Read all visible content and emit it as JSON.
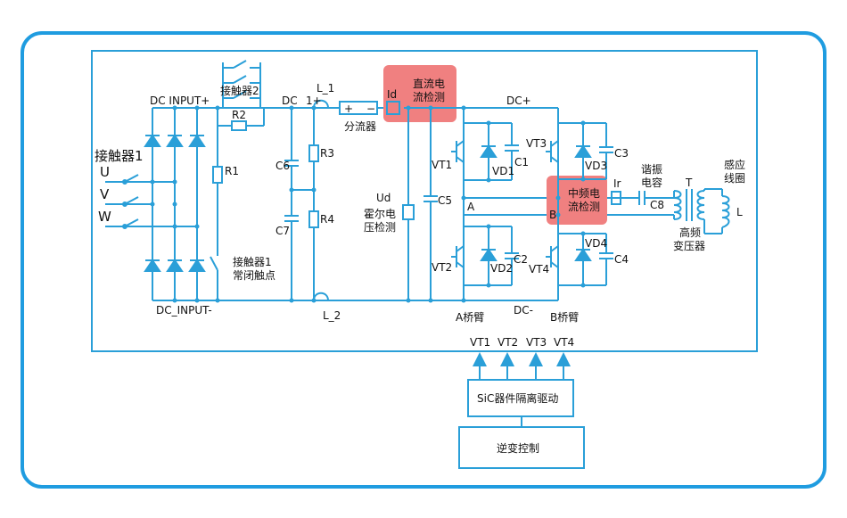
{
  "colors": {
    "wire": "#2a9fd8",
    "frame": "#1f9ce0",
    "highlight": "#f08080",
    "text": "#111111"
  },
  "labels": {
    "dc_input_plus": "DC INPUT+",
    "dc_input_minus": "DC_INPUT-",
    "contactor1": "接触器1",
    "contactor2": "接触器2",
    "contactor1_nc_line1": "接触器1",
    "contactor1_nc_line2": "常闭触点",
    "phase_u": "U",
    "phase_v": "V",
    "phase_w": "W",
    "r1": "R1",
    "r2": "R2",
    "r3": "R3",
    "r4": "R4",
    "c1": "C1",
    "c2": "C2",
    "c3": "C3",
    "c4": "C4",
    "c5": "C5",
    "c6": "C6",
    "c7": "C7",
    "c8": "C8",
    "dc": "DC",
    "l1": "L_1",
    "l2": "L_2",
    "one_plus": "1+",
    "plus": "+",
    "minus": "−",
    "shunt": "分流器",
    "id": "Id",
    "dc_detect_line1": "直流电",
    "dc_detect_line2": "流检测",
    "dc_plus": "DC+",
    "dc_minus": "DC-",
    "ud": "Ud",
    "hall_line1": "霍尔电",
    "hall_line2": "压检测",
    "vt1": "VT1",
    "vt2": "VT2",
    "vt3": "VT3",
    "vt4": "VT4",
    "vd1": "VD1",
    "vd2": "VD2",
    "vd3": "VD3",
    "vd4": "VD4",
    "node_a": "A",
    "node_b": "B",
    "a_arm": "A桥臂",
    "b_arm": "B桥臂",
    "mf_detect_line1": "中频电",
    "mf_detect_line2": "流检测",
    "ir": "Ir",
    "res_cap_line1": "谐振",
    "res_cap_line2": "电容",
    "t": "T",
    "hf_line1": "高频",
    "hf_line2": "变压器",
    "ind_line1": "感应",
    "ind_line2": "线圈",
    "l": "L",
    "drive_vt1": "VT1",
    "drive_vt2": "VT2",
    "drive_vt3": "VT3",
    "drive_vt4": "VT4",
    "sic_drive": "SiC器件隔离驱动",
    "inverter_ctrl": "逆变控制"
  }
}
